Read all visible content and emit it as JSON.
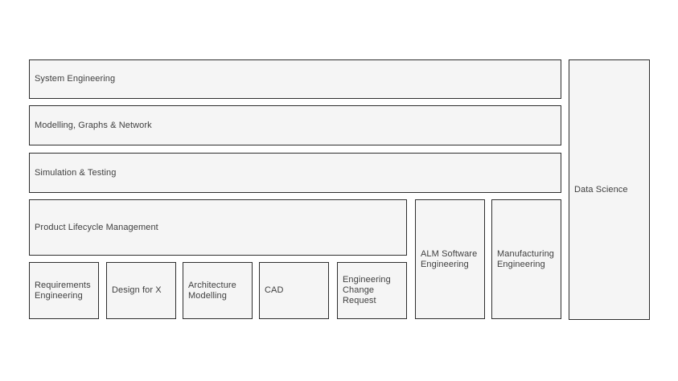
{
  "diagram": {
    "colors": {
      "background": "#ffffff",
      "box_fill": "#f5f5f5",
      "box_border": "#2e2e2e",
      "box_text": "#404040"
    },
    "labels": {
      "system_engineering": "System Engineering",
      "modelling_graphs_network": "Modelling, Graphs & Network",
      "simulation_testing": "Simulation & Testing",
      "product_lifecycle_management": "Product Lifecycle Management",
      "requirements_engineering": "Requirements Engineering",
      "design_for_x": "Design for X",
      "architecture_modelling": "Architecture Modelling",
      "cad": "CAD",
      "engineering_change_request": "Engineering Change Request",
      "alm_software_engineering": "ALM Software Engineering",
      "manufacturing_engineering": "Manufacturing Engineering",
      "data_science": "Data Science"
    }
  }
}
